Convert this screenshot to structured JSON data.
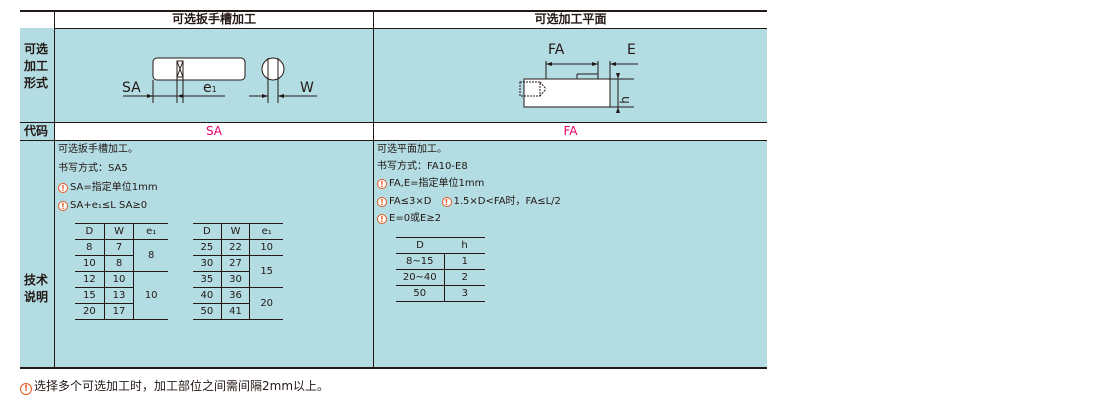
{
  "header": {
    "col1": "可选扳手槽加工",
    "col2": "可选加工平面"
  },
  "rows": {
    "form_label": [
      "可选",
      "加工",
      "形式"
    ],
    "code_label": "代码",
    "desc_label": [
      "技术",
      "说明"
    ]
  },
  "diagrams": {
    "left": {
      "SA": "SA",
      "e1": "e",
      "e1_sub": "1",
      "W": "W"
    },
    "right": {
      "FA": "FA",
      "E": "E",
      "h": "h"
    }
  },
  "codes": {
    "left": "SA",
    "right": "FA"
  },
  "left_desc": {
    "line1": "可选扳手槽加工。",
    "line2": "书写方式：SA5",
    "line3": "SA=指定单位1mm",
    "line4": "SA+e₁≤L SA≥0",
    "table1": {
      "headers": [
        "D",
        "W",
        "e₁"
      ],
      "rows": [
        [
          "8",
          "7"
        ],
        [
          "10",
          "8"
        ],
        [
          "12",
          "10"
        ],
        [
          "15",
          "13"
        ],
        [
          "20",
          "17"
        ]
      ],
      "e1_groups": [
        "8",
        "10"
      ]
    },
    "table2": {
      "headers": [
        "D",
        "W",
        "e₁"
      ],
      "rows": [
        [
          "25",
          "22"
        ],
        [
          "30",
          "27"
        ],
        [
          "35",
          "30"
        ],
        [
          "40",
          "36"
        ],
        [
          "50",
          "41"
        ]
      ],
      "e1_groups": [
        "10",
        "15",
        "20"
      ]
    }
  },
  "right_desc": {
    "line1": "可选平面加工。",
    "line2": "书写方式：FA10-E8",
    "line3": "FA,E=指定单位1mm",
    "line4a": "FA≤3×D",
    "line4b": "1.5×D<FA时，FA≤L/2",
    "line5": "E=0或E≥2",
    "table": {
      "headers": [
        "D",
        "h"
      ],
      "rows": [
        [
          "8~15",
          "1"
        ],
        [
          "20~40",
          "2"
        ],
        [
          "50",
          "3"
        ]
      ]
    }
  },
  "footnote": "选择多个可选加工时，加工部位之间需间隔2mm以上。",
  "colors": {
    "cell_bg": "#b3dde3",
    "code_text": "#e5006a",
    "warn": "#e85a22",
    "line": "#231815"
  }
}
